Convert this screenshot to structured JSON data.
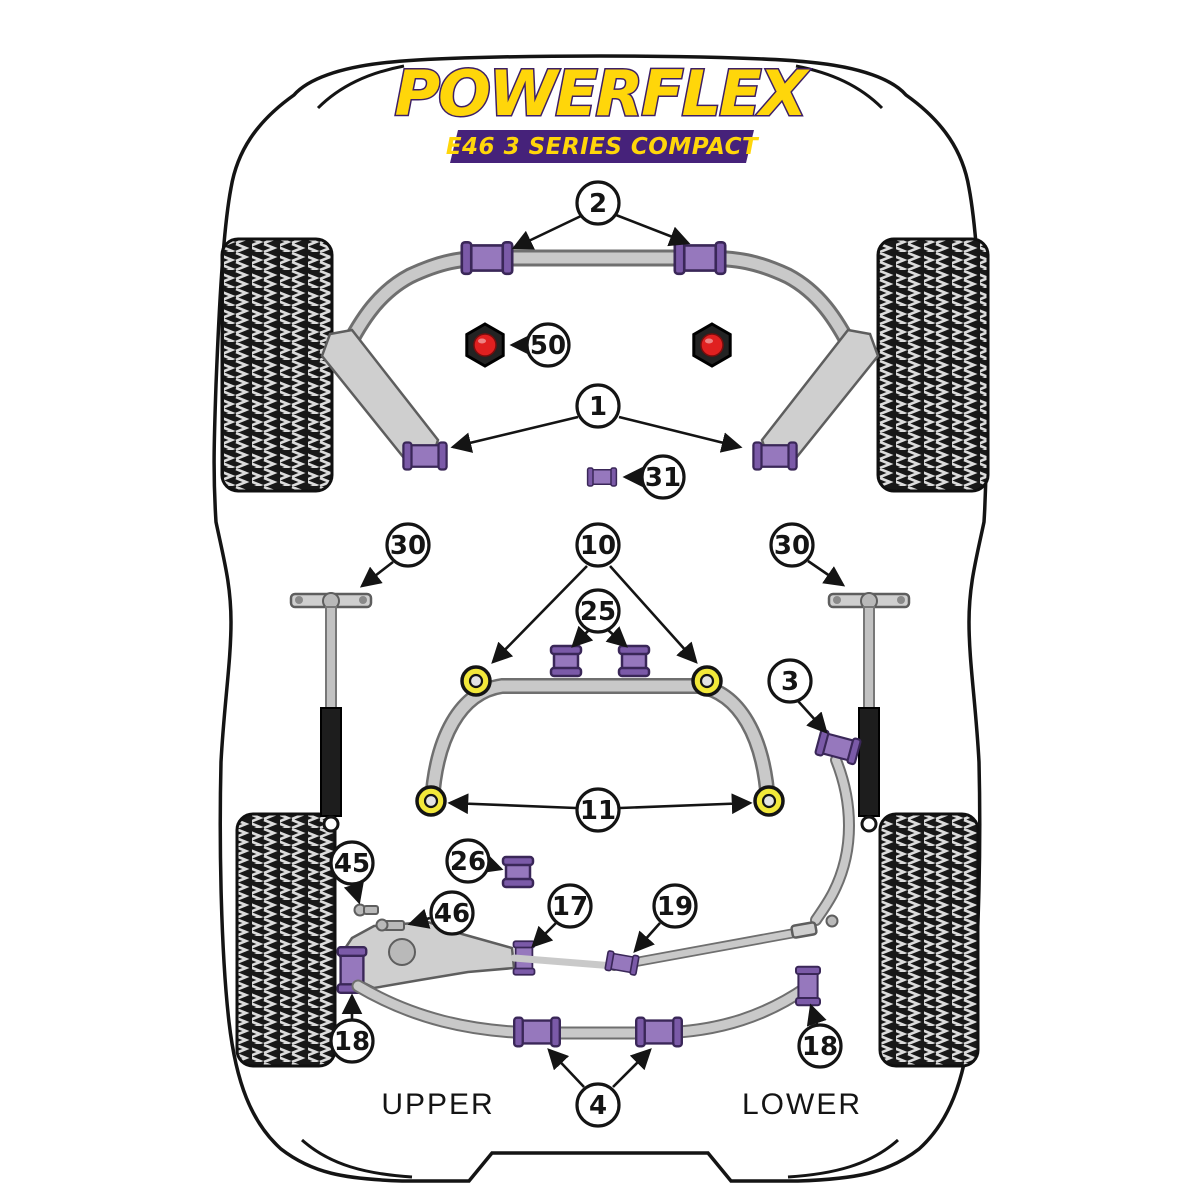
{
  "header": {
    "brand": "POWERFLEX",
    "model_plate": "E46 3 SERIES COMPACT"
  },
  "footer": {
    "left_label": "UPPER",
    "right_label": "LOWER"
  },
  "colors": {
    "bushing_purple": "#9678bd",
    "bushing_purple_dark": "#7b5aa8",
    "bushing_yellow": "#f2e83a",
    "nut_red": "#e02020",
    "brand_yellow": "#ffd60a",
    "brand_purple": "#46227a",
    "metal_gray": "#c9c9c9",
    "outline_black": "#141414"
  },
  "callouts": [
    {
      "label": "2"
    },
    {
      "label": "50"
    },
    {
      "label": "1"
    },
    {
      "label": "31"
    },
    {
      "label": "30"
    },
    {
      "label": "10"
    },
    {
      "label": "30"
    },
    {
      "label": "25"
    },
    {
      "label": "3"
    },
    {
      "label": "11"
    },
    {
      "label": "26"
    },
    {
      "label": "45"
    },
    {
      "label": "46"
    },
    {
      "label": "17"
    },
    {
      "label": "19"
    },
    {
      "label": "18"
    },
    {
      "label": "18"
    },
    {
      "label": "4"
    }
  ]
}
